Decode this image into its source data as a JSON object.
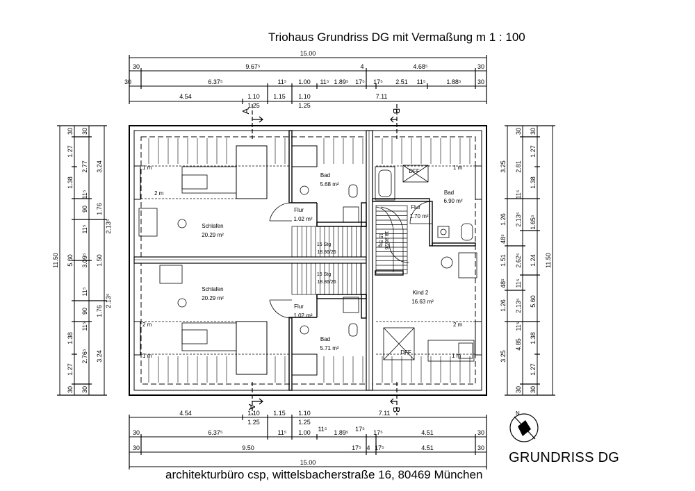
{
  "title": "Triohaus Grundriss DG mit Vermaßung m 1 : 100",
  "plan_label": "GRUNDRISS DG",
  "address": "architekturbüro csp, wittelsbacherstraße 16, 80469 München",
  "top_dims": [
    [
      "15.00"
    ],
    [
      "30",
      "9.67⁵",
      "4",
      "4.68⁵",
      "30"
    ],
    [
      "30",
      "6.37⁵",
      "11⁵",
      "1.00",
      "11⁵",
      "1.89⁵",
      "17⁵",
      "17⁵",
      "2.51",
      "11⁵",
      "1.88⁵",
      "30"
    ],
    [
      "4.54",
      "1.10",
      "1.15",
      "1.10",
      "7.11"
    ],
    [
      "1.25",
      "1.25"
    ]
  ],
  "bottom_dims": [
    [
      "4.54",
      "1.10",
      "1.15",
      "1.10",
      "7.11"
    ],
    [
      "1.25",
      "1.25"
    ],
    [
      "30",
      "6.37⁵",
      "11⁵",
      "1.00",
      "11⁵",
      "1.89⁵",
      "17⁵",
      "17⁵",
      "4.51",
      "30"
    ],
    [
      "30",
      "9.50",
      "17⁵",
      "4",
      "17⁵",
      "4.51",
      "30"
    ],
    [
      "15.00"
    ]
  ],
  "left_dims": [
    [
      "11.50"
    ],
    [
      "30",
      "1.27",
      "1.38",
      "90",
      "1.50",
      "90",
      "1.38",
      "1.27",
      "30"
    ],
    [
      "30",
      "2.77",
      "11⁵",
      "11⁵",
      "3.09⁵",
      "11⁵",
      "11⁵",
      "2.76⁵",
      "30"
    ],
    [
      "3.24",
      "1.76",
      "5.60",
      "1.76",
      "3.24"
    ],
    [
      "2.13⁵",
      "2.13⁵"
    ]
  ],
  "right_dims": [
    [
      "30",
      "3.25",
      "1.26",
      "48⁵",
      "1.51",
      "48⁵",
      "1.26",
      "3.25",
      "30"
    ],
    [
      "2.81",
      "11⁵",
      "2.13⁵",
      "2.62⁵",
      "11⁵",
      "2.13⁵",
      "11⁵"
    ],
    [
      "1.27",
      "1.38",
      "1.65⁵",
      "1.24",
      "4.85",
      "1.38",
      "1.27"
    ],
    [
      "30",
      "11.50",
      "5.60",
      "30"
    ]
  ],
  "rooms": {
    "schlafen_top": {
      "name": "Schlafen",
      "area": "20.29 m²"
    },
    "schlafen_bottom": {
      "name": "Schlafen",
      "area": "20.29 m²"
    },
    "bad_top": {
      "name": "Bad",
      "area": "5.68 m²"
    },
    "bad_bottom": {
      "name": "Bad",
      "area": "5.71 m²"
    },
    "bad_right": {
      "name": "Bad",
      "area": "6.90 m²"
    },
    "flur_top": {
      "name": "Flur",
      "area": "1.02 m²"
    },
    "flur_bottom": {
      "name": "Flur",
      "area": "1.02 m²"
    },
    "flur_right": {
      "name": "Flur",
      "area": "1.70 m²"
    },
    "kind2": {
      "name": "Kind 2",
      "area": "16.63 m²"
    }
  },
  "stairs": {
    "label": "15 Stg",
    "ratio": "18.86/26"
  },
  "dff": "DFF",
  "height_marks": {
    "one": "1 m",
    "two": "2 m"
  },
  "sections": {
    "a": "A",
    "b": "B"
  },
  "north": "N"
}
